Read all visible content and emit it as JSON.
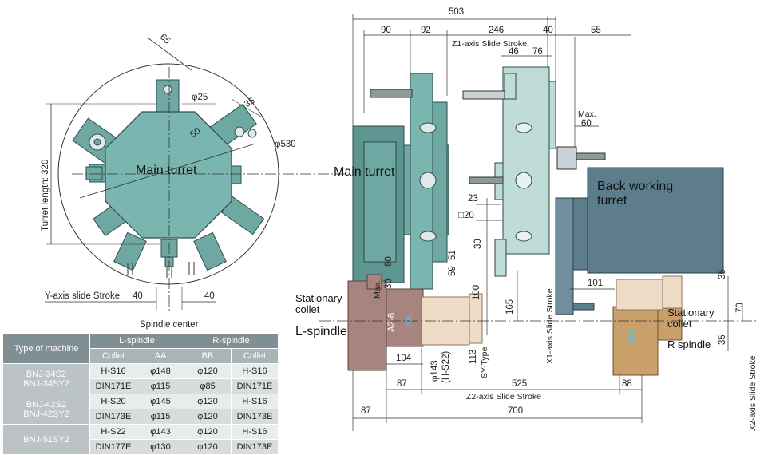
{
  "left_view": {
    "label_main_turret": "Main turret",
    "dim_65": "65",
    "dim_phi25": "φ25",
    "dim_35": "35",
    "dim_50": "50",
    "dim_phi530": "φ530",
    "label_turret_length": "Turret length: 320",
    "label_y_axis": "Y-axis slide Stroke",
    "dim_40a": "40",
    "dim_40b": "40",
    "label_spindle_center": "Spindle center"
  },
  "right_view": {
    "dim_503": "503",
    "dim_90": "90",
    "dim_92": "92",
    "dim_246": "246",
    "dim_40": "40",
    "dim_55": "55",
    "label_z1": "Z1-axis Slide Stroke",
    "dim_46": "46",
    "dim_76": "76",
    "label_max": "Max.",
    "dim_60": "60",
    "label_main_turret": "Main turret",
    "label_back_turret_1": "Back working",
    "label_back_turret_2": "turret",
    "dim_23": "23",
    "dim_sq20": "□20",
    "dim_30a": "30",
    "dim_80": "80",
    "dim_51": "51",
    "dim_59": "59",
    "dim_30b": "30",
    "label_max_v": "Max.",
    "dim_100": "100",
    "dim_165": "165",
    "dim_101": "101",
    "dim_35a": "35",
    "dim_70": "70",
    "dim_35b": "35",
    "label_stationary_collet_l1": "Stationary",
    "label_stationary_collet_l2": "collet",
    "label_l_spindle": "L-spindle",
    "label_a26": "A2-6",
    "label_aa": "AA",
    "label_stationary_collet_r1": "Stationary",
    "label_stationary_collet_r2": "collet",
    "label_r_spindle": "R spindle",
    "label_bb": "BB",
    "label_x1": "X1-axis Slide Stroke",
    "label_x2": "X2-axis Slide Stroke",
    "dim_phi143": "φ143",
    "dim_hs22": "(H-S22)",
    "dim_113": "113",
    "label_sy_type": "SY-Type",
    "dim_104": "104",
    "dim_87a": "87",
    "dim_525": "525",
    "dim_88": "88",
    "label_z2": "Z2-axis Slide Stroke",
    "dim_87b": "87",
    "dim_700": "700"
  },
  "table": {
    "header": {
      "type": "Type of machine",
      "l_spindle": "L-spindle",
      "r_spindle": "R-spindle"
    },
    "subheader": {
      "collet": "Collet",
      "aa": "AA",
      "bb": "BB",
      "collet2": "Collet"
    },
    "rows": [
      {
        "machine": "BNJ-34S2",
        "machine2": "BNJ-34SY2",
        "r1": [
          "H-S16",
          "φ148",
          "φ120",
          "H-S16"
        ],
        "r2": [
          "DIN171E",
          "φ115",
          "φ85",
          "DIN171E"
        ]
      },
      {
        "machine": "BNJ-42S2",
        "machine2": "BNJ-42SY2",
        "r1": [
          "H-S20",
          "φ145",
          "φ120",
          "H-S16"
        ],
        "r2": [
          "DIN173E",
          "φ115",
          "φ120",
          "DIN173E"
        ]
      },
      {
        "machine": "BNJ-51SY2",
        "machine2": "",
        "r1": [
          "H-S22",
          "φ143",
          "φ120",
          "H-S16"
        ],
        "r2": [
          "DIN177E",
          "φ130",
          "φ120",
          "DIN173E"
        ]
      }
    ]
  },
  "colors": {
    "turret": "#6fa8a3",
    "turret_dark": "#4f8a86",
    "spindle_l": "#a8847f",
    "spindle_r": "#c9a06a",
    "back_turret": "#5d7d8d",
    "light_teal": "#bfdcd6",
    "collet": "#efdcc6"
  }
}
